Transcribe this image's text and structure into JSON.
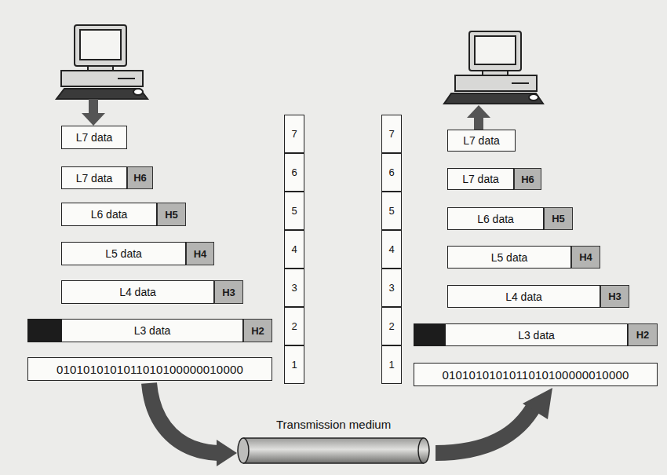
{
  "diagram": {
    "nodes": [
      {
        "text": [
          "L7 data"
        ]
      },
      {
        "text": [
          "L7 data"
        ]
      },
      {
        "text": [
          "H6"
        ]
      },
      {
        "text": [
          "L6 data"
        ]
      },
      {
        "text": [
          "H5"
        ]
      },
      {
        "text": [
          "L5 data"
        ]
      },
      {
        "text": [
          "H4"
        ]
      },
      {
        "text": [
          "L4 data"
        ]
      },
      {
        "text": [
          "H3"
        ]
      },
      {
        "text": [
          "L3 data"
        ]
      },
      {
        "text": [
          "H2"
        ]
      },
      {
        "text": [
          "0101010101011010100000010000"
        ]
      },
      {
        "text": [
          "7"
        ]
      },
      {
        "text": [
          "6"
        ]
      },
      {
        "text": [
          "5"
        ]
      },
      {
        "text": [
          "4"
        ]
      },
      {
        "text": [
          "3"
        ]
      },
      {
        "text": [
          "2"
        ]
      },
      {
        "text": [
          "1"
        ]
      },
      {
        "text": [
          "7"
        ]
      },
      {
        "text": [
          "6"
        ]
      },
      {
        "text": [
          "5"
        ]
      },
      {
        "text": [
          "4"
        ]
      },
      {
        "text": [
          "3"
        ]
      },
      {
        "text": [
          "2"
        ]
      },
      {
        "text": [
          "1"
        ]
      },
      {
        "text": [
          "L7 data"
        ]
      },
      {
        "text": [
          "L7 data"
        ]
      },
      {
        "text": [
          "H6"
        ]
      },
      {
        "text": [
          "L6 data"
        ]
      },
      {
        "text": [
          "H5"
        ]
      },
      {
        "text": [
          "L5 data"
        ]
      },
      {
        "text": [
          "H4"
        ]
      },
      {
        "text": [
          "L4 data"
        ]
      },
      {
        "text": [
          "H3"
        ]
      },
      {
        "text": [
          "L3 data"
        ]
      },
      {
        "text": [
          "H2"
        ]
      },
      {
        "text": [
          "0101010101011010100000010000"
        ]
      }
    ],
    "labels": [
      "Transmission medium"
    ]
  }
}
